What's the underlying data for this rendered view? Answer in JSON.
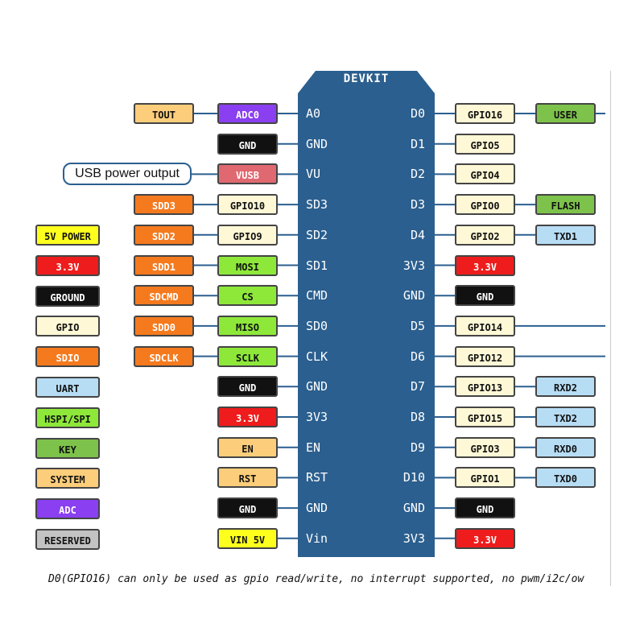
{
  "board_title": "DEVKIT",
  "usb_callout": "USB power output",
  "footnote": "D0(GPIO16) can only be used as gpio read/write, no interrupt supported, no pwm/i2c/ow",
  "colors": {
    "board": "#2b5f8f",
    "tout": "#fccd7a",
    "adc": "#8a3ff0",
    "ground": "#111111",
    "gpio": "#fff8d6",
    "usb": "#e06870",
    "sdio": "#f57a1e",
    "spi": "#8ee83a",
    "power_3v3": "#ee1c1c",
    "power_5v": "#ffff1e",
    "uart": "#b7ddf5",
    "key": "#7dc24a",
    "system": "#fccd7a",
    "reserved": "#c3c3c3"
  },
  "legend": [
    {
      "label": "5V POWER",
      "color": "#ffff1e",
      "text_color": "#111111"
    },
    {
      "label": "3.3V",
      "color": "#ee1c1c",
      "text_color": "#ffffff"
    },
    {
      "label": "GROUND",
      "color": "#111111",
      "text_color": "#ffffff"
    },
    {
      "label": "GPIO",
      "color": "#fff8d6",
      "text_color": "#111111"
    },
    {
      "label": "SDIO",
      "color": "#f57a1e",
      "text_color": "#ffffff"
    },
    {
      "label": "UART",
      "color": "#b7ddf5",
      "text_color": "#111111"
    },
    {
      "label": "HSPI/SPI",
      "color": "#8ee83a",
      "text_color": "#111111"
    },
    {
      "label": "KEY",
      "color": "#7dc24a",
      "text_color": "#111111"
    },
    {
      "label": "SYSTEM",
      "color": "#fccd7a",
      "text_color": "#111111"
    },
    {
      "label": "ADC",
      "color": "#8a3ff0",
      "text_color": "#ffffff"
    },
    {
      "label": "RESERVED",
      "color": "#c3c3c3",
      "text_color": "#111111"
    }
  ],
  "left_pins": [
    {
      "pin": "A0",
      "labels": [
        {
          "text": "ADC0",
          "color": "#8a3ff0",
          "text_color": "#ffffff"
        },
        {
          "text": "TOUT",
          "color": "#fccd7a",
          "text_color": "#111111"
        }
      ]
    },
    {
      "pin": "GND",
      "labels": [
        {
          "text": "GND",
          "color": "#111111",
          "text_color": "#ffffff"
        }
      ]
    },
    {
      "pin": "VU",
      "labels": [
        {
          "text": "VUSB",
          "color": "#e06870",
          "text_color": "#ffffff"
        }
      ]
    },
    {
      "pin": "SD3",
      "labels": [
        {
          "text": "GPIO10",
          "color": "#fff8d6",
          "text_color": "#111111"
        },
        {
          "text": "SDD3",
          "color": "#f57a1e",
          "text_color": "#ffffff"
        }
      ]
    },
    {
      "pin": "SD2",
      "labels": [
        {
          "text": "GPIO9",
          "color": "#fff8d6",
          "text_color": "#111111"
        },
        {
          "text": "SDD2",
          "color": "#f57a1e",
          "text_color": "#ffffff"
        }
      ]
    },
    {
      "pin": "SD1",
      "labels": [
        {
          "text": "MOSI",
          "color": "#8ee83a",
          "text_color": "#111111"
        },
        {
          "text": "SDD1",
          "color": "#f57a1e",
          "text_color": "#ffffff"
        }
      ]
    },
    {
      "pin": "CMD",
      "labels": [
        {
          "text": "CS",
          "color": "#8ee83a",
          "text_color": "#111111"
        },
        {
          "text": "SDCMD",
          "color": "#f57a1e",
          "text_color": "#ffffff"
        }
      ]
    },
    {
      "pin": "SD0",
      "labels": [
        {
          "text": "MISO",
          "color": "#8ee83a",
          "text_color": "#111111"
        },
        {
          "text": "SDD0",
          "color": "#f57a1e",
          "text_color": "#ffffff"
        }
      ]
    },
    {
      "pin": "CLK",
      "labels": [
        {
          "text": "SCLK",
          "color": "#8ee83a",
          "text_color": "#111111"
        },
        {
          "text": "SDCLK",
          "color": "#f57a1e",
          "text_color": "#ffffff"
        }
      ]
    },
    {
      "pin": "GND",
      "labels": [
        {
          "text": "GND",
          "color": "#111111",
          "text_color": "#ffffff"
        }
      ]
    },
    {
      "pin": "3V3",
      "labels": [
        {
          "text": "3.3V",
          "color": "#ee1c1c",
          "text_color": "#ffffff"
        }
      ]
    },
    {
      "pin": "EN",
      "labels": [
        {
          "text": "EN",
          "color": "#fccd7a",
          "text_color": "#111111"
        }
      ]
    },
    {
      "pin": "RST",
      "labels": [
        {
          "text": "RST",
          "color": "#fccd7a",
          "text_color": "#111111"
        }
      ]
    },
    {
      "pin": "GND",
      "labels": [
        {
          "text": "GND",
          "color": "#111111",
          "text_color": "#ffffff"
        }
      ]
    },
    {
      "pin": "Vin",
      "labels": [
        {
          "text": "VIN 5V",
          "color": "#ffff1e",
          "text_color": "#111111"
        }
      ]
    }
  ],
  "right_pins": [
    {
      "pin": "D0",
      "labels": [
        {
          "text": "GPIO16",
          "color": "#fff8d6",
          "text_color": "#111111"
        },
        {
          "text": "USER",
          "color": "#7dc24a",
          "text_color": "#111111"
        }
      ]
    },
    {
      "pin": "D1",
      "labels": [
        {
          "text": "GPIO5",
          "color": "#fff8d6",
          "text_color": "#111111"
        }
      ]
    },
    {
      "pin": "D2",
      "labels": [
        {
          "text": "GPIO4",
          "color": "#fff8d6",
          "text_color": "#111111"
        }
      ]
    },
    {
      "pin": "D3",
      "labels": [
        {
          "text": "GPIO0",
          "color": "#fff8d6",
          "text_color": "#111111"
        },
        {
          "text": "FLASH",
          "color": "#7dc24a",
          "text_color": "#111111"
        }
      ]
    },
    {
      "pin": "D4",
      "labels": [
        {
          "text": "GPIO2",
          "color": "#fff8d6",
          "text_color": "#111111"
        },
        {
          "text": "TXD1",
          "color": "#b7ddf5",
          "text_color": "#111111"
        }
      ]
    },
    {
      "pin": "3V3",
      "labels": [
        {
          "text": "3.3V",
          "color": "#ee1c1c",
          "text_color": "#ffffff"
        }
      ]
    },
    {
      "pin": "GND",
      "labels": [
        {
          "text": "GND",
          "color": "#111111",
          "text_color": "#ffffff"
        }
      ]
    },
    {
      "pin": "D5",
      "labels": [
        {
          "text": "GPIO14",
          "color": "#fff8d6",
          "text_color": "#111111"
        }
      ]
    },
    {
      "pin": "D6",
      "labels": [
        {
          "text": "GPIO12",
          "color": "#fff8d6",
          "text_color": "#111111"
        }
      ]
    },
    {
      "pin": "D7",
      "labels": [
        {
          "text": "GPIO13",
          "color": "#fff8d6",
          "text_color": "#111111"
        },
        {
          "text": "RXD2",
          "color": "#b7ddf5",
          "text_color": "#111111"
        }
      ]
    },
    {
      "pin": "D8",
      "labels": [
        {
          "text": "GPIO15",
          "color": "#fff8d6",
          "text_color": "#111111"
        },
        {
          "text": "TXD2",
          "color": "#b7ddf5",
          "text_color": "#111111"
        }
      ]
    },
    {
      "pin": "D9",
      "labels": [
        {
          "text": "GPIO3",
          "color": "#fff8d6",
          "text_color": "#111111"
        },
        {
          "text": "RXD0",
          "color": "#b7ddf5",
          "text_color": "#111111"
        }
      ]
    },
    {
      "pin": "D10",
      "labels": [
        {
          "text": "GPIO1",
          "color": "#fff8d6",
          "text_color": "#111111"
        },
        {
          "text": "TXD0",
          "color": "#b7ddf5",
          "text_color": "#111111"
        }
      ]
    },
    {
      "pin": "GND",
      "labels": [
        {
          "text": "GND",
          "color": "#111111",
          "text_color": "#ffffff"
        }
      ]
    },
    {
      "pin": "3V3",
      "labels": [
        {
          "text": "3.3V",
          "color": "#ee1c1c",
          "text_color": "#ffffff"
        }
      ]
    }
  ]
}
